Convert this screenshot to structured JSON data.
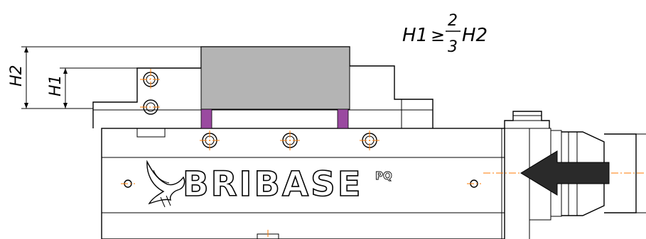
{
  "dimensions": {
    "outer_height_label": "H2",
    "inner_height_label": "H1"
  },
  "formula": {
    "lhs": "H1",
    "relation": "≥",
    "fraction_numerator": "2",
    "fraction_denominator": "3",
    "rhs": "H2"
  },
  "brand": {
    "name": "BRIBASE",
    "model": "PQ"
  },
  "colors": {
    "workpiece": "#b4b4b4",
    "support_pad": "#9a4aa0",
    "centerline": "#ff7a00",
    "arrow": "#2a2a2a"
  }
}
